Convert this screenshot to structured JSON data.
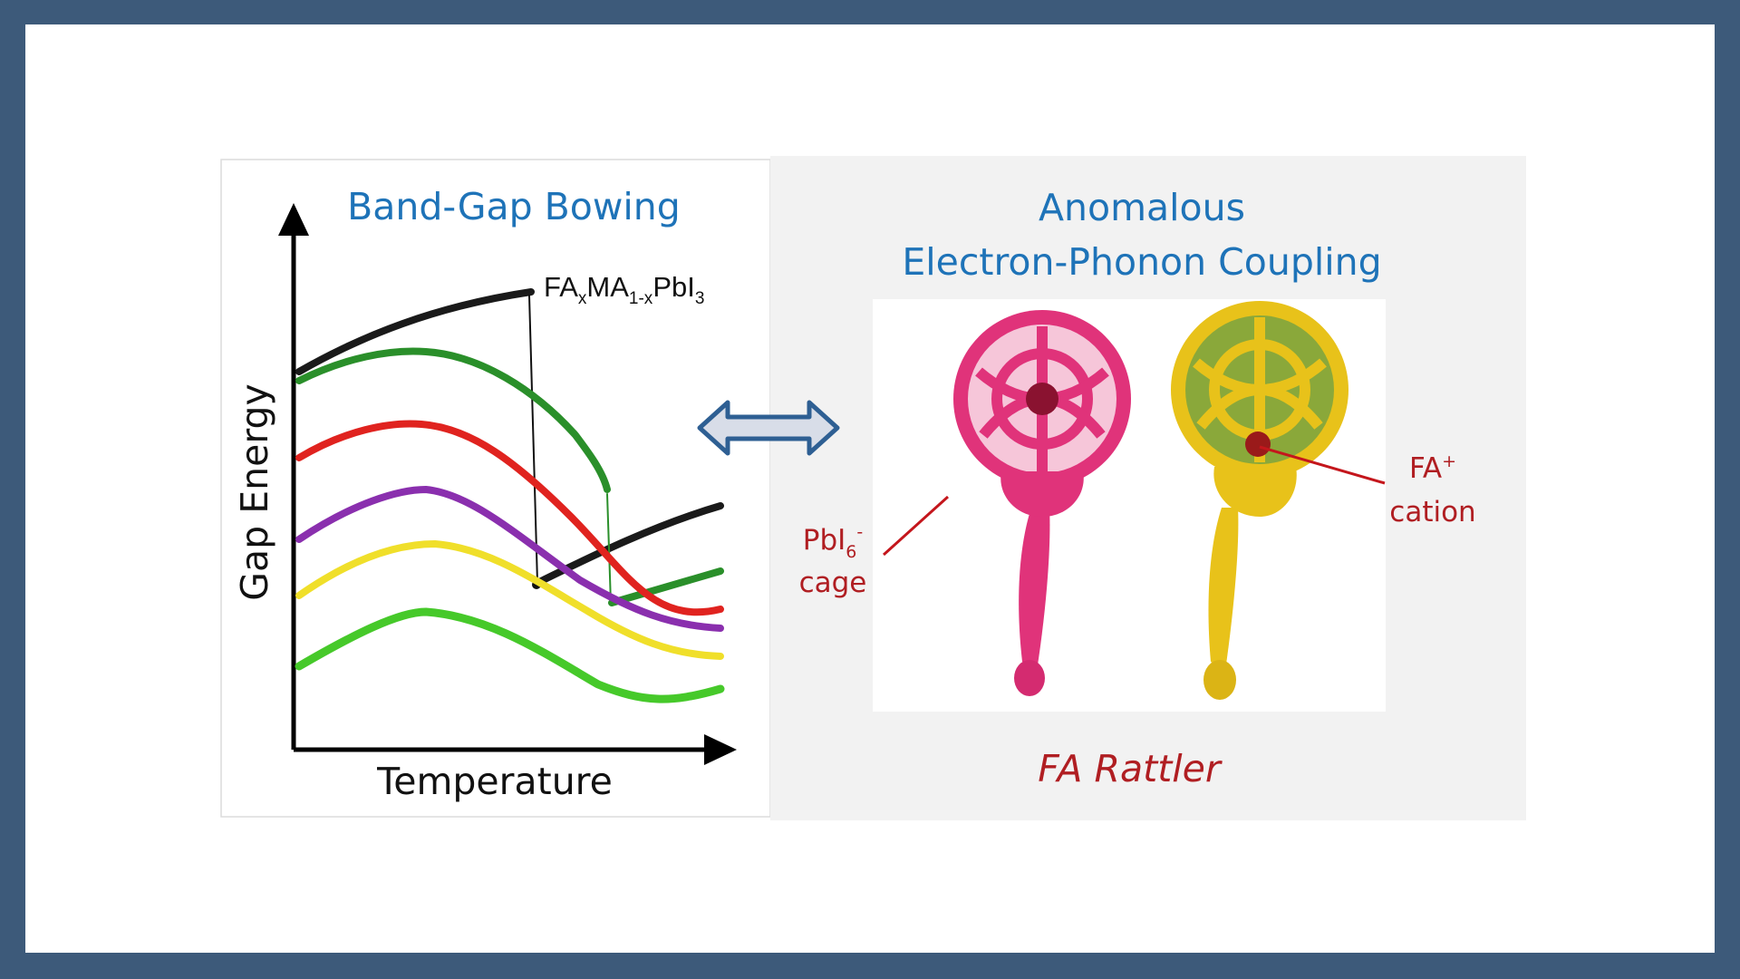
{
  "left_panel": {
    "title": "Band-Gap Bowing",
    "y_axis_label": "Gap Energy",
    "x_axis_label": "Temperature",
    "formula": {
      "a": "FA",
      "x": "x",
      "b": "MA",
      "sub2": "1-x",
      "c": "PbI",
      "sub3": "3"
    }
  },
  "right_panel": {
    "title_line1": "Anomalous",
    "title_line2": "Electron-Phonon Coupling",
    "cage_label": {
      "base": "PbI",
      "sub": "6",
      "sup": "-",
      "line2": "cage"
    },
    "cation_label": {
      "base": "FA",
      "sup": "+",
      "line2": "cation"
    },
    "caption": "FA Rattler"
  },
  "colors": {
    "title_blue": "#1e73b8",
    "label_red": "#b01e22",
    "arrow_fill": "#d8dde8",
    "arrow_stroke": "#2e5f93",
    "border": "#3d5a7a",
    "rattle_pink": "#e0337a",
    "rattle_yellow": "#e8c21a"
  },
  "icons": [
    "double-headed-arrow-icon",
    "pink-rattle-icon",
    "yellow-rattle-icon"
  ]
}
